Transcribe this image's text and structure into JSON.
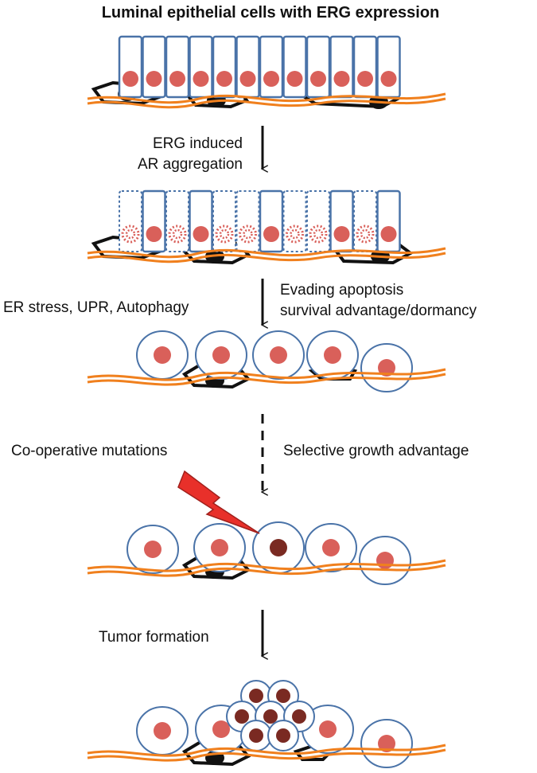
{
  "title": "Luminal epithelial cells with ERG expression",
  "labels": {
    "step1": [
      "ERG induced",
      "AR aggregation"
    ],
    "step2_left": "ER stress, UPR, Autophagy",
    "step2_right": [
      "Evading apoptosis",
      "survival advantage/dormancy"
    ],
    "step3_left": "Co-operative  mutations",
    "step3_right": "Selective growth advantage",
    "step4": "Tumor formation"
  },
  "colors": {
    "membrane": "#f0801e",
    "cell_outline": "#4a73a8",
    "nucleus": "#d9605a",
    "mutant_nucleus": "#7a2a22",
    "aggregate": "#d9605a",
    "lightning": "#e8302a",
    "basal_cell": "#111111"
  },
  "icons": [
    "arrow-down-icon",
    "dashed-arrow-down-icon",
    "lightning-bolt-icon"
  ]
}
